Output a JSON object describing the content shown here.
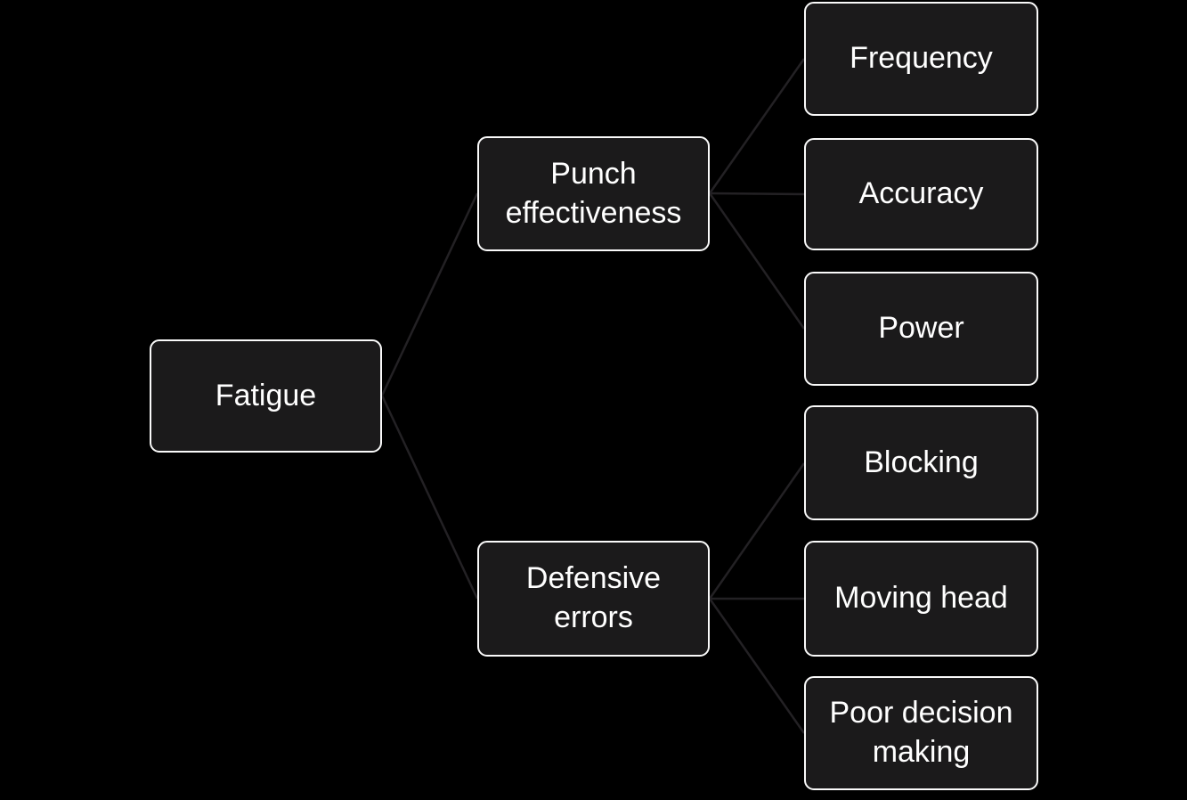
{
  "diagram": {
    "type": "hierarchy-tree",
    "orientation": "left-to-right",
    "colors": {
      "background": "#000000",
      "node_fill": "#1b1a1b",
      "node_border": "#fafafa",
      "connector": "#232124",
      "text": "#ffffff"
    },
    "root": {
      "label": "Fatigue"
    },
    "branches": [
      {
        "label": "Punch\neffectiveness",
        "children": [
          {
            "label": "Frequency"
          },
          {
            "label": "Accuracy"
          },
          {
            "label": "Power"
          }
        ]
      },
      {
        "label": "Defensive\nerrors",
        "children": [
          {
            "label": "Blocking"
          },
          {
            "label": "Moving head"
          },
          {
            "label": "Poor decision\nmaking"
          }
        ]
      }
    ]
  }
}
